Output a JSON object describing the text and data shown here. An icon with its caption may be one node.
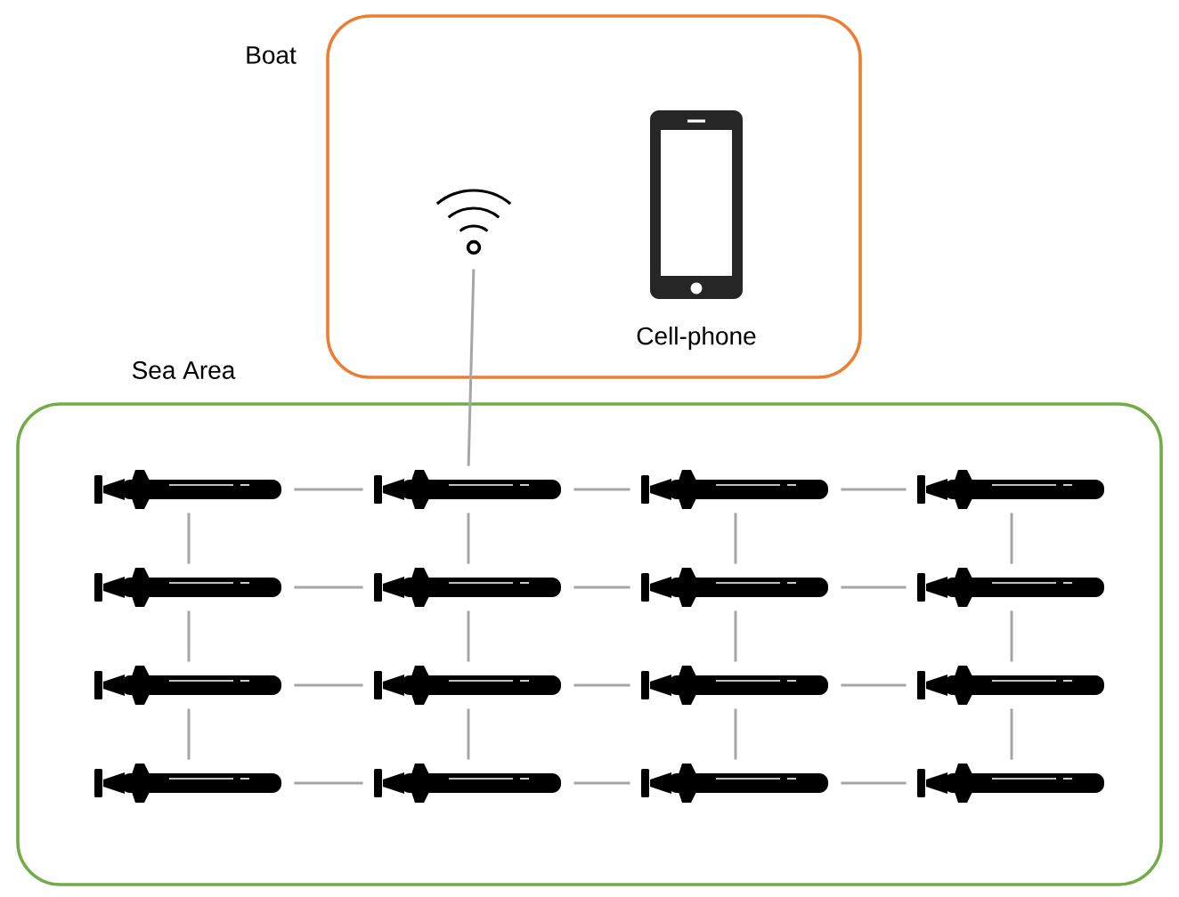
{
  "diagram": {
    "nodes": [
      {
        "text": [
          "Boat"
        ]
      },
      {
        "text": [],
        "shape": "picture",
        "in": 0
      },
      {
        "text": [],
        "shape": "picture",
        "in": 0,
        "beside": [
          "Cell-phone"
        ]
      },
      {
        "text": [
          "Sea Area"
        ]
      },
      {
        "text": [],
        "shape": "picture",
        "in": 3
      },
      {
        "text": [],
        "shape": "picture",
        "in": 3
      },
      {
        "text": [],
        "shape": "picture",
        "in": 3
      },
      {
        "text": [],
        "shape": "picture",
        "in": 3
      },
      {
        "text": [],
        "shape": "picture",
        "in": 3
      },
      {
        "text": [],
        "shape": "picture",
        "in": 3
      },
      {
        "text": [],
        "shape": "picture",
        "in": 3
      },
      {
        "text": [],
        "shape": "picture",
        "in": 3
      },
      {
        "text": [],
        "shape": "picture",
        "in": 3
      },
      {
        "text": [],
        "shape": "picture",
        "in": 3
      },
      {
        "text": [],
        "shape": "picture",
        "in": 3
      },
      {
        "text": [],
        "shape": "picture",
        "in": 3
      },
      {
        "text": [],
        "shape": "picture",
        "in": 3
      },
      {
        "text": [],
        "shape": "picture",
        "in": 3
      },
      {
        "text": [],
        "shape": "picture",
        "in": 3
      },
      {
        "text": [],
        "shape": "picture",
        "in": 3
      }
    ],
    "edges": [
      {
        "from": 1,
        "to": 5,
        "arrow": "none"
      },
      {
        "from": 4,
        "to": 5,
        "arrow": "none"
      },
      {
        "from": 5,
        "to": 6,
        "arrow": "none"
      },
      {
        "from": 6,
        "to": 7,
        "arrow": "none"
      },
      {
        "from": 8,
        "to": 9,
        "arrow": "none"
      },
      {
        "from": 9,
        "to": 10,
        "arrow": "none"
      },
      {
        "from": 10,
        "to": 11,
        "arrow": "none"
      },
      {
        "from": 12,
        "to": 13,
        "arrow": "none"
      },
      {
        "from": 13,
        "to": 14,
        "arrow": "none"
      },
      {
        "from": 14,
        "to": 15,
        "arrow": "none"
      },
      {
        "from": 16,
        "to": 17,
        "arrow": "none"
      },
      {
        "from": 17,
        "to": 18,
        "arrow": "none"
      },
      {
        "from": 18,
        "to": 19,
        "arrow": "none"
      },
      {
        "from": 4,
        "to": 8,
        "arrow": "none"
      },
      {
        "from": 8,
        "to": 12,
        "arrow": "none"
      },
      {
        "from": 12,
        "to": 16,
        "arrow": "none"
      },
      {
        "from": 5,
        "to": 9,
        "arrow": "none"
      },
      {
        "from": 9,
        "to": 13,
        "arrow": "none"
      },
      {
        "from": 13,
        "to": 17,
        "arrow": "none"
      },
      {
        "from": 6,
        "to": 10,
        "arrow": "none"
      },
      {
        "from": 10,
        "to": 14,
        "arrow": "none"
      },
      {
        "from": 14,
        "to": 18,
        "arrow": "none"
      },
      {
        "from": 7,
        "to": 11,
        "arrow": "none"
      },
      {
        "from": 11,
        "to": 15,
        "arrow": "none"
      },
      {
        "from": 15,
        "to": 19,
        "arrow": "none"
      }
    ]
  }
}
